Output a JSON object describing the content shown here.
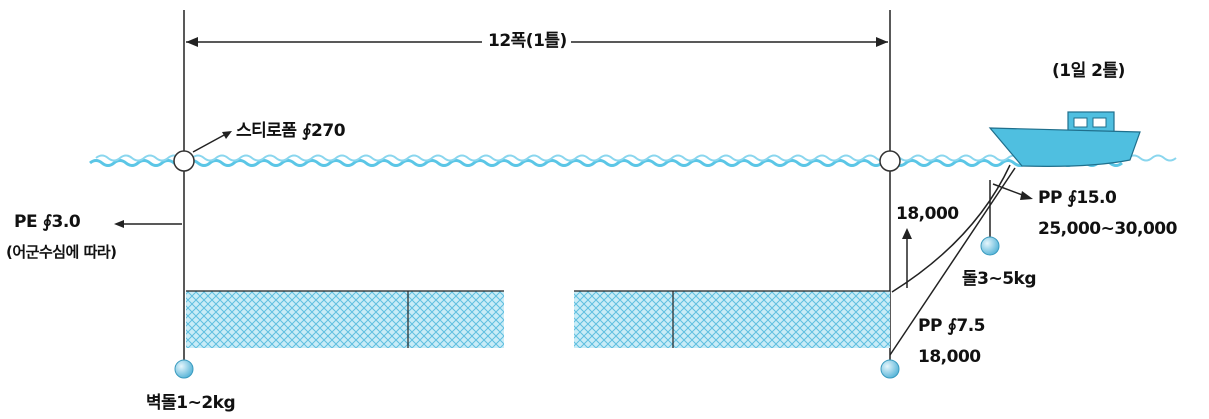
{
  "diagram": {
    "span_label": "12폭(1틀)",
    "boat_label": "(1일 2틀)",
    "float_label": "스티로폼 ∮270",
    "left_rope_line1": "PE ∮3.0",
    "left_rope_line2": "(어군수심에 따라)",
    "top_weight_label": "18,000",
    "pp15_line1": "PP ∮15.0",
    "pp15_line2": "25,000~30,000",
    "anchor_weight_label": "돌3~5kg",
    "pp75_line1": "PP ∮7.5",
    "pp75_line2": "18,000",
    "bottom_weight_label": "벽돌1~2kg",
    "colors": {
      "water": "#5bc6e6",
      "net_fill": "#c9ecf7",
      "net_mesh": "#5fbfe0",
      "boat": "#4fbfe0",
      "float": "#ffffff",
      "weight": "#9bd6ec",
      "line": "#222222"
    }
  }
}
